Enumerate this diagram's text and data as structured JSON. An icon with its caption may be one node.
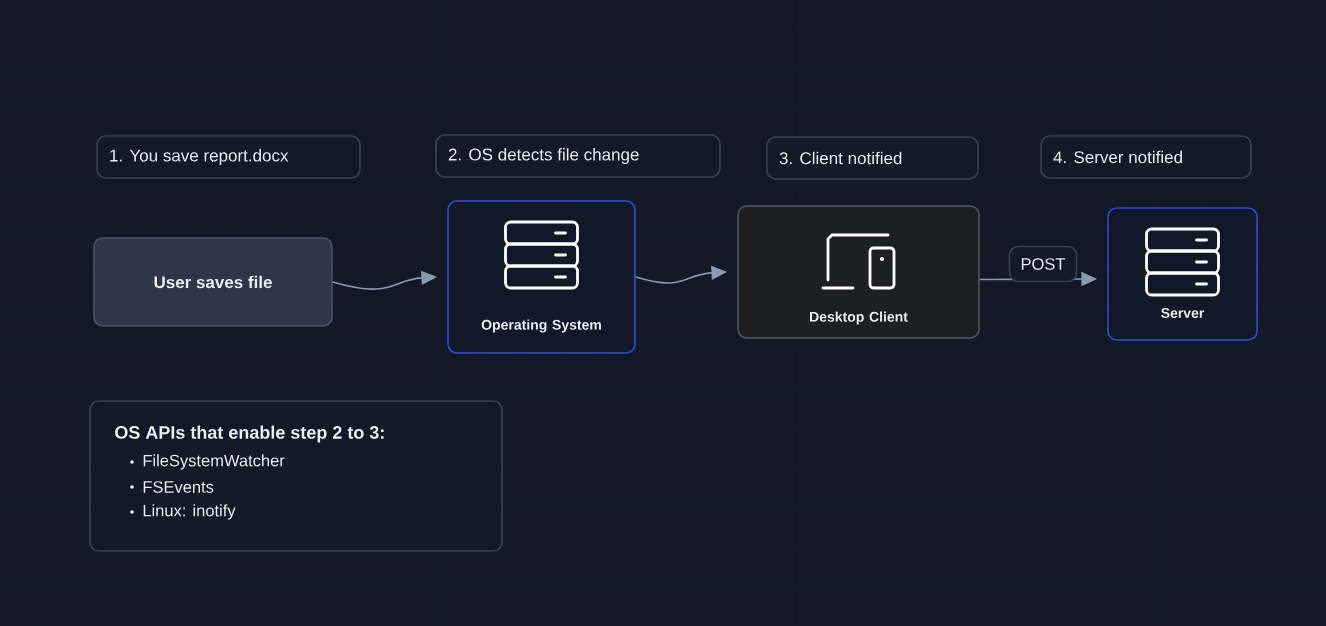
{
  "diagram": {
    "nodes": [
      {
        "text": [
          "1. You save report.docx"
        ]
      },
      {
        "text": [
          "2. OS detects file change"
        ]
      },
      {
        "text": [
          "3. Client notified"
        ]
      },
      {
        "text": [
          "4. Server notified"
        ]
      },
      {
        "text": [
          "User saves file"
        ]
      },
      {
        "text": [
          "Operating System"
        ]
      },
      {
        "text": [
          "Desktop Client"
        ]
      },
      {
        "text": [
          "Server"
        ]
      },
      {
        "text": [
          "OS APIs that enable step 2 to 3:",
          "FileSystemWatcher",
          "FSEvents",
          "Linux: inotify"
        ]
      }
    ],
    "edges": [
      {
        "from": 4,
        "to": 5,
        "arrow": "to"
      },
      {
        "from": 5,
        "to": 6,
        "arrow": "to"
      },
      {
        "from": 6,
        "to": 7,
        "arrow": "to",
        "label": "POST"
      }
    ]
  }
}
